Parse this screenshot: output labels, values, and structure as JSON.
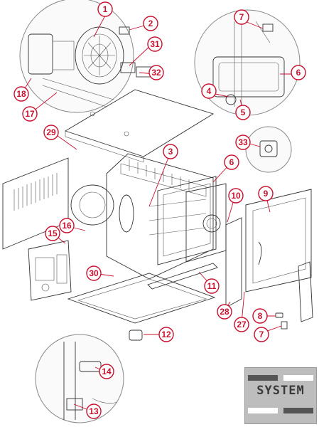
{
  "callouts": [
    {
      "id": "c1",
      "label": "1"
    },
    {
      "id": "c2",
      "label": "2"
    },
    {
      "id": "c31",
      "label": "31"
    },
    {
      "id": "c32",
      "label": "32"
    },
    {
      "id": "c18",
      "label": "18"
    },
    {
      "id": "c17",
      "label": "17"
    },
    {
      "id": "c7a",
      "label": "7"
    },
    {
      "id": "c6a",
      "label": "6"
    },
    {
      "id": "c4",
      "label": "4"
    },
    {
      "id": "c5",
      "label": "5"
    },
    {
      "id": "c29",
      "label": "29"
    },
    {
      "id": "c3",
      "label": "3"
    },
    {
      "id": "c33",
      "label": "33"
    },
    {
      "id": "c6b",
      "label": "6"
    },
    {
      "id": "c10",
      "label": "10"
    },
    {
      "id": "c9",
      "label": "9"
    },
    {
      "id": "c16",
      "label": "16"
    },
    {
      "id": "c15",
      "label": "15"
    },
    {
      "id": "c30",
      "label": "30"
    },
    {
      "id": "c11",
      "label": "11"
    },
    {
      "id": "c28",
      "label": "28"
    },
    {
      "id": "c27",
      "label": "27"
    },
    {
      "id": "c8",
      "label": "8"
    },
    {
      "id": "c7b",
      "label": "7"
    },
    {
      "id": "c12",
      "label": "12"
    },
    {
      "id": "c14",
      "label": "14"
    },
    {
      "id": "c13",
      "label": "13"
    }
  ],
  "logo": {
    "text": "SYSTEM"
  },
  "colors": {
    "callout": "#c8102e",
    "line": "#333333"
  }
}
